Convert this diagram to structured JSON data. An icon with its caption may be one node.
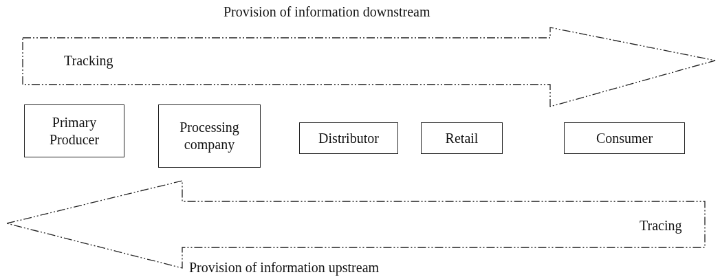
{
  "diagram": {
    "nodes": [
      {
        "text": [
          "Provision of information downstream",
          "Tracking"
        ]
      },
      {
        "text": [
          "Primary Producer"
        ]
      },
      {
        "text": [
          "Processing company"
        ]
      },
      {
        "text": [
          "Distributor"
        ]
      },
      {
        "text": [
          "Retail"
        ]
      },
      {
        "text": [
          "Consumer"
        ]
      },
      {
        "text": [
          "Tracing",
          "Provision of information upstream"
        ]
      }
    ]
  }
}
